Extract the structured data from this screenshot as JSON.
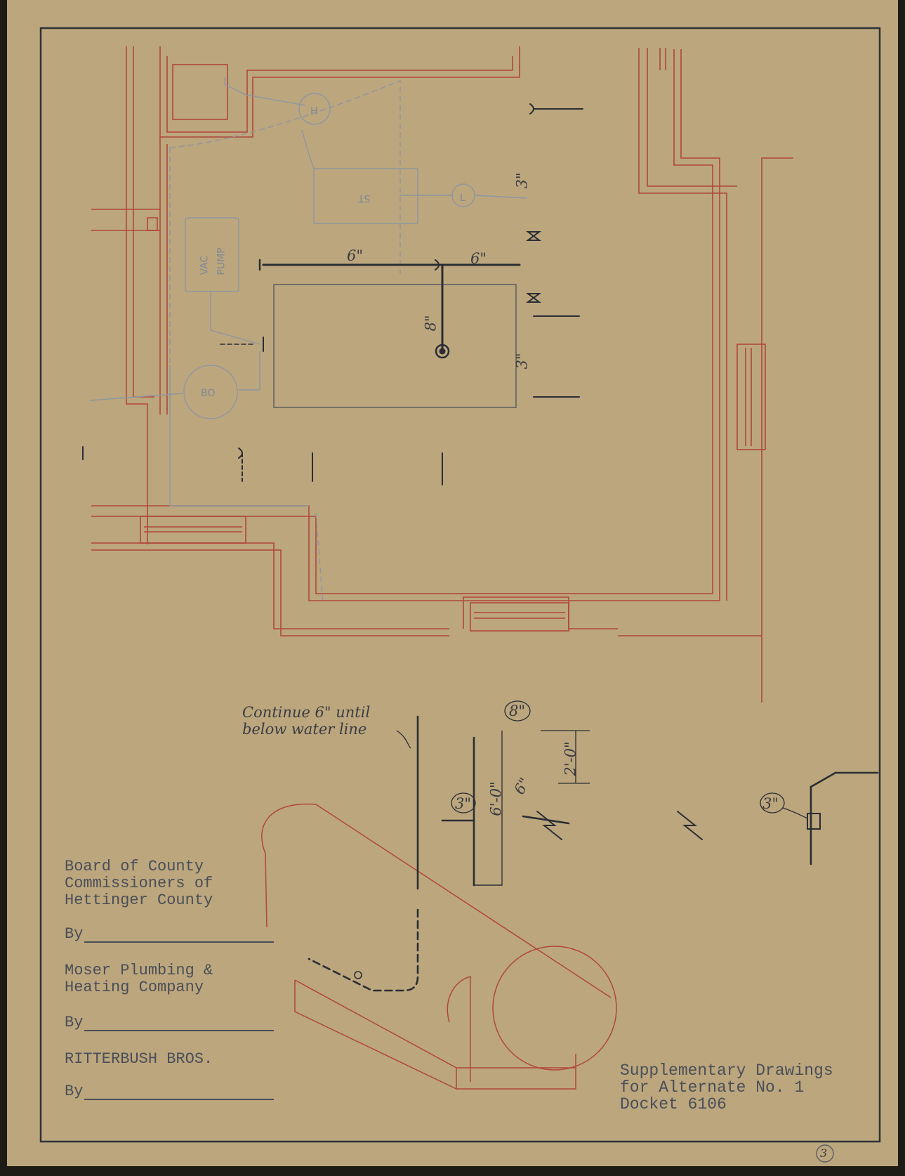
{
  "plan_labels": {
    "pipe_6_left": "6\"",
    "pipe_6_right": "6\"",
    "pipe_8": "8\"",
    "pipe_3_upper": "3\"",
    "pipe_3_lower": "3\""
  },
  "pencil_labels": {
    "vac_pump": "VAC\nPUMP",
    "storage_tank": "ST",
    "bo": "BO",
    "h": "H",
    "l": "L"
  },
  "iso_labels": {
    "note": "Continue 6\" until\nbelow water line",
    "size_8": "8\"",
    "size_6": "6\"",
    "size_3_left": "3\"",
    "size_3_right": "3\"",
    "dim_6_0": "6'-0\"",
    "dim_2_0": "2'-0\""
  },
  "signature_block": {
    "party1": "Board of County\nCommissioners of\nHettinger County",
    "party2": "Moser Plumbing &\nHeating Company",
    "party3": "RITTERBUSH BROS.",
    "by": "By"
  },
  "title_block": {
    "title": "Supplementary Drawings\nfor Alternate No. 1\nDocket 6106"
  },
  "sheet_number": "3",
  "colors": {
    "paper": "#bca67d",
    "ink": "#2f3238",
    "walls": "#b0473a",
    "pencil": "#8e96a0"
  }
}
